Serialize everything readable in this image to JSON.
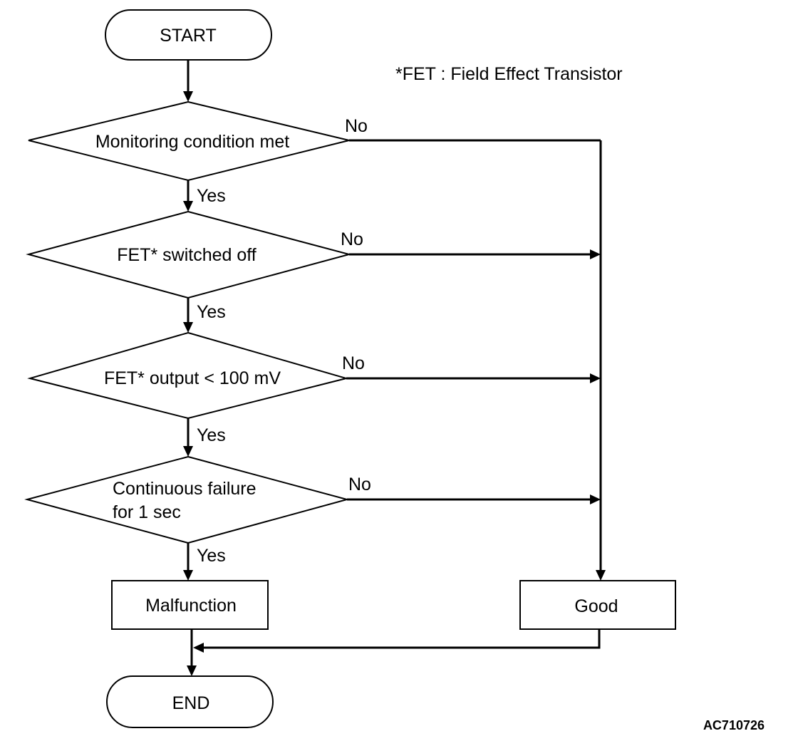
{
  "footnote": "*FET : Field Effect Transistor",
  "figure_id": "AC710726",
  "nodes": {
    "start": "START",
    "decision_1": "Monitoring condition met",
    "decision_2": "FET* switched off",
    "decision_3": "FET* output < 100 mV",
    "decision_4_line1": "Continuous failure",
    "decision_4_line2": "for 1 sec",
    "malfunction": "Malfunction",
    "good": "Good",
    "end": "END"
  },
  "branch_labels": {
    "yes": "Yes",
    "no": "No"
  }
}
